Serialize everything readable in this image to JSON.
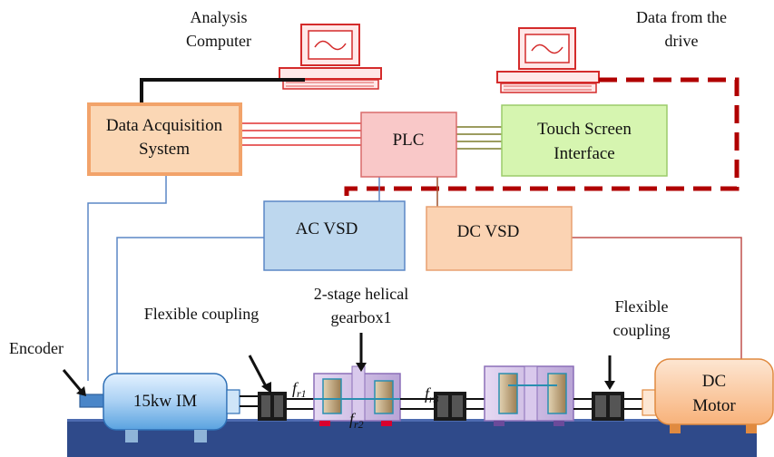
{
  "labels": {
    "analysis_computer_line1": "Analysis",
    "analysis_computer_line2": "Computer",
    "drive_data_line1": "Data from the",
    "drive_data_line2": "drive",
    "daq_line1": "Data Acquisition",
    "daq_line2": "System",
    "plc": "PLC",
    "touch_line1": "Touch Screen",
    "touch_line2": "Interface",
    "ac_vsd": "AC VSD",
    "dc_vsd": "DC VSD",
    "flex_left": "Flexible coupling",
    "gearbox_line1": "2-stage helical",
    "gearbox_line2": "gearbox1",
    "flex_right_line1": "Flexible",
    "flex_right_line2": "coupling",
    "encoder": "Encoder",
    "motor_im": "15kw IM",
    "dc_motor_line1": "DC",
    "dc_motor_line2": "Motor",
    "fr1_base": "f",
    "fr1_sub": "r1",
    "fr2_base": "f",
    "fr2_sub": "r2",
    "fr3_base": "f",
    "fr3_sub": "r3"
  },
  "colors": {
    "daq_fill": "#fbd7b5",
    "daq_border": "#f2a36a",
    "plc_fill": "#f9c8c8",
    "touch_fill": "#d6f5b0",
    "ac_fill": "#bdd7ee",
    "dc_fill": "#fbd3b3",
    "red_link": "#b00000",
    "blue_link": "#5b87c6",
    "base": "#2f4a8a"
  }
}
